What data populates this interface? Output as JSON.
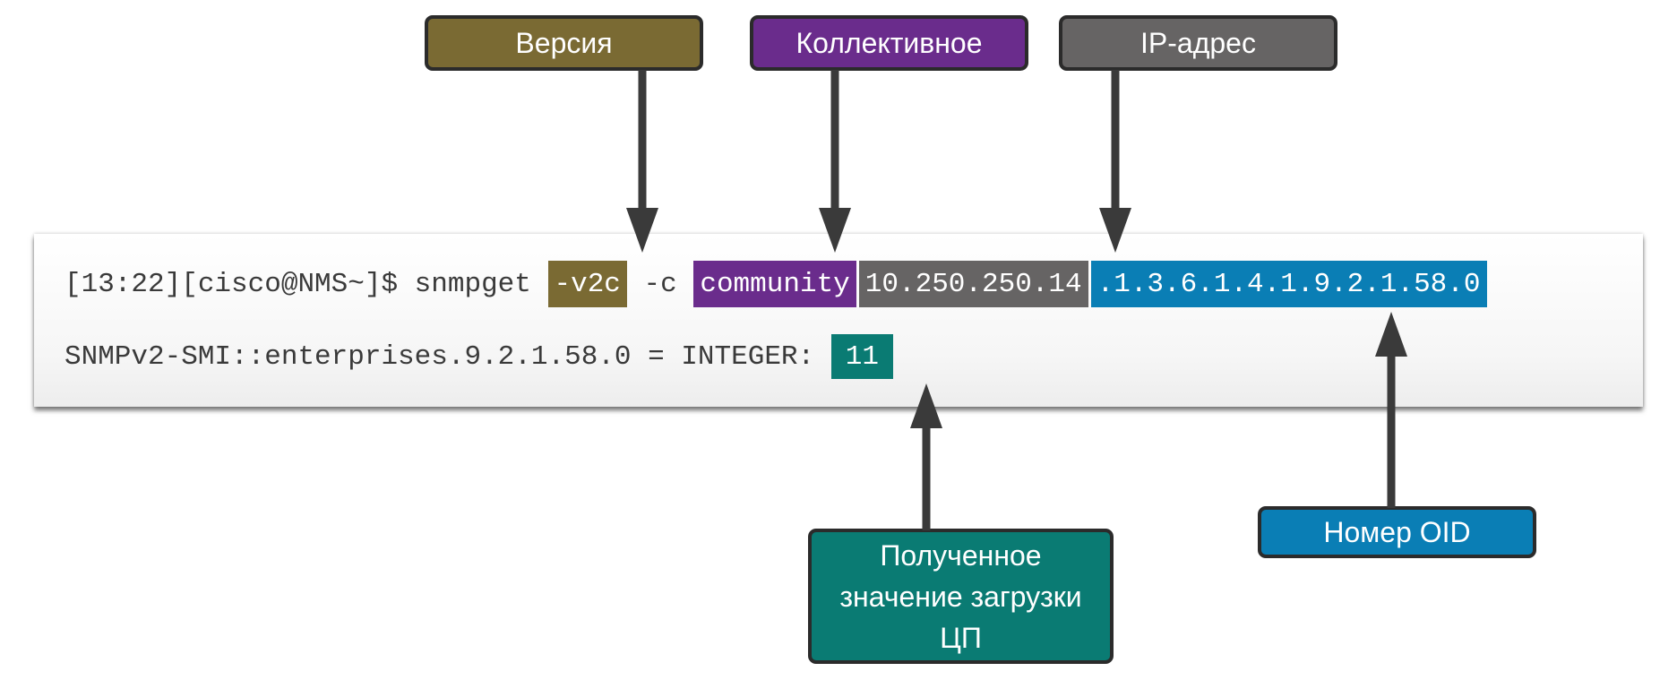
{
  "callouts": {
    "version": "Версия",
    "community": "Коллективное",
    "ip": "IP-адрес",
    "oid": "Номер OID",
    "value": "Полученное значение загрузки ЦП"
  },
  "terminal": {
    "prompt": "[13:22][cisco@NMS~]$ snmpget ",
    "version_flag": "-v2c",
    "community_flag": " -c ",
    "community_string": "community",
    "ip_address": "10.250.250.14",
    "oid": ".1.3.6.1.4.1.9.2.1.58.0",
    "result_prefix": "SNMPv2-SMI::enterprises.9.2.1.58.0 = INTEGER: ",
    "result_value": "11"
  },
  "colors": {
    "version": "#7a6a33",
    "community": "#6a2c8c",
    "ip": "#666464",
    "oid": "#0a7eb5",
    "value": "#0a7b73",
    "arrow": "#3a3a3a"
  }
}
